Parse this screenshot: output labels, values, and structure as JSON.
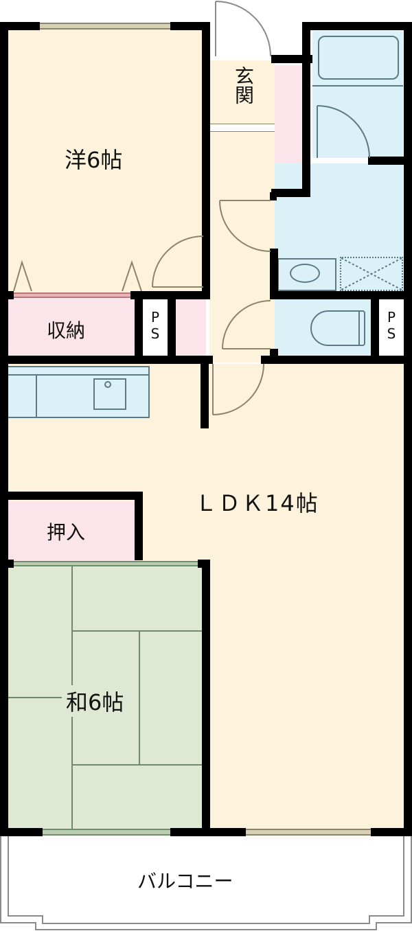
{
  "floorplan": {
    "rooms": {
      "western_room": {
        "label": "洋6帖",
        "color": "#fdf3dd"
      },
      "entrance": {
        "label": "玄関",
        "color": "#fdf3dd"
      },
      "storage": {
        "label": "収納",
        "color": "#fbe4ea"
      },
      "ps_left": {
        "label_p": "P",
        "label_s": "S"
      },
      "ps_right": {
        "label_p": "P",
        "label_s": "S"
      },
      "ldk": {
        "label": "ＬＤＫ14帖",
        "color": "#fdf3dd"
      },
      "closet": {
        "label": "押入",
        "color": "#fbe4ea"
      },
      "japanese_room": {
        "label": "和6帖",
        "color": "#dfe8d3"
      },
      "balcony": {
        "label": "バルコニー",
        "color": "#ffffff"
      },
      "bath": {
        "color": "#dcf0f8"
      },
      "washroom": {
        "color": "#dcf0f8"
      },
      "toilet": {
        "color": "#dcf0f8"
      },
      "kitchen": {
        "color": "#dcf0f8"
      }
    },
    "colors": {
      "wall": "#000000",
      "fixture_line": "#5a7a86",
      "door_arc": "#8c8468",
      "tatami_line": "#6f8a6f"
    }
  }
}
